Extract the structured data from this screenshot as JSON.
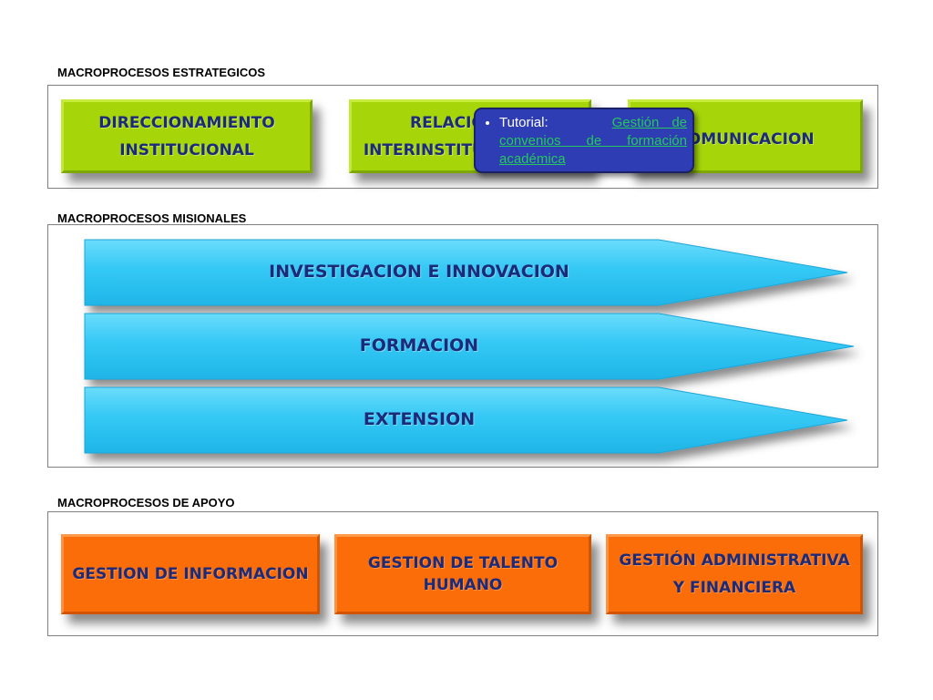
{
  "sections": {
    "strategic": {
      "label": "MACROPROCESOS ESTRATEGICOS",
      "boxes": [
        {
          "line1": "DIRECCIONAMIENTO",
          "line2": "INSTITUCIONAL"
        },
        {
          "line1": "RELACIONES",
          "line2": "INTERINSTITUCIONALES"
        },
        {
          "line1": "COMUNICACION",
          "line2": ""
        }
      ]
    },
    "missional": {
      "label": "MACROPROCESOS MISIONALES",
      "arrows": [
        "INVESTIGACION E INNOVACION",
        "FORMACION",
        "EXTENSION"
      ]
    },
    "support": {
      "label": "MACROPROCESOS DE APOYO",
      "boxes": [
        {
          "line1": "GESTION DE INFORMACION",
          "line2": ""
        },
        {
          "line1": "GESTION DE TALENTO",
          "line2": "HUMANO"
        },
        {
          "line1": "GESTIÓN ADMINISTRATIVA",
          "line2": "Y FINANCIERA"
        }
      ]
    }
  },
  "tooltip": {
    "prefix": "Tutorial:",
    "link_text": "Gestión de convenios de formación académica"
  },
  "colors": {
    "green": "#a6d60a",
    "orange": "#fb6d09",
    "cyan": "#34c8f5",
    "text": "#1c2a7a",
    "tooltip_bg": "#2e3db3",
    "link": "#25c85c"
  }
}
